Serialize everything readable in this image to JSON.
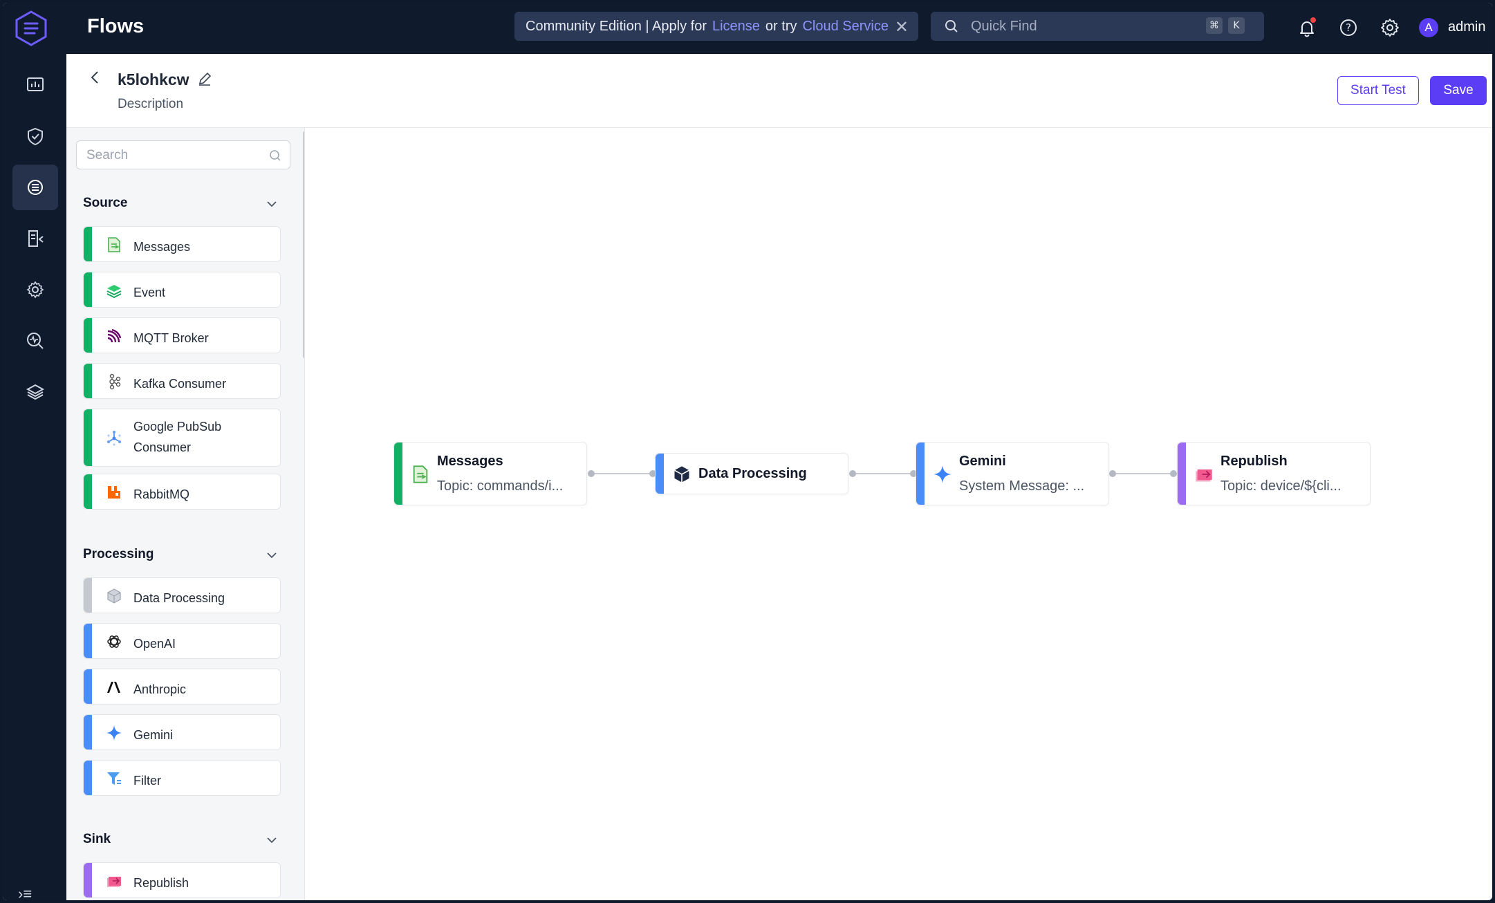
{
  "app": {
    "title": "Flows"
  },
  "banner": {
    "text1": "Community Edition | Apply for",
    "link1": "License",
    "text2": "or try",
    "link2": "Cloud Service"
  },
  "quick_find": {
    "placeholder": "Quick Find",
    "key1": "⌘",
    "key2": "K"
  },
  "user": {
    "initial": "A",
    "name": "admin"
  },
  "header": {
    "flow_name": "k5lohkcw",
    "description": "Description",
    "start_test": "Start Test",
    "save": "Save"
  },
  "palette": {
    "search_placeholder": "Search",
    "sections": [
      {
        "title": "Source",
        "items": [
          "Messages",
          "Event",
          "MQTT Broker",
          "Kafka Consumer",
          "Google PubSub Consumer",
          "RabbitMQ"
        ]
      },
      {
        "title": "Processing",
        "items": [
          "Data Processing",
          "OpenAI",
          "Anthropic",
          "Gemini",
          "Filter"
        ]
      },
      {
        "title": "Sink",
        "items": [
          "Republish"
        ]
      }
    ]
  },
  "flow": {
    "nodes": [
      {
        "title": "Messages",
        "subtitle": "Topic: commands/i..."
      },
      {
        "title": "Data Processing",
        "subtitle": ""
      },
      {
        "title": "Gemini",
        "subtitle": "System Message: ..."
      },
      {
        "title": "Republish",
        "subtitle": "Topic: device/${cli..."
      }
    ]
  },
  "colors": {
    "accent": "#5b3df5",
    "source": "#10b065",
    "processing": "#4b8df8",
    "processing_muted": "#c4c8cf",
    "sink": "#9b6cf0",
    "topbar": "#0f1b2d"
  },
  "icons": {
    "rail": [
      "dashboard-icon",
      "shield-icon",
      "flows-icon",
      "rules-icon",
      "settings-gear-icon",
      "monitor-icon",
      "layers-icon"
    ],
    "topbar": [
      "bell-icon",
      "help-icon",
      "gear-icon"
    ]
  }
}
